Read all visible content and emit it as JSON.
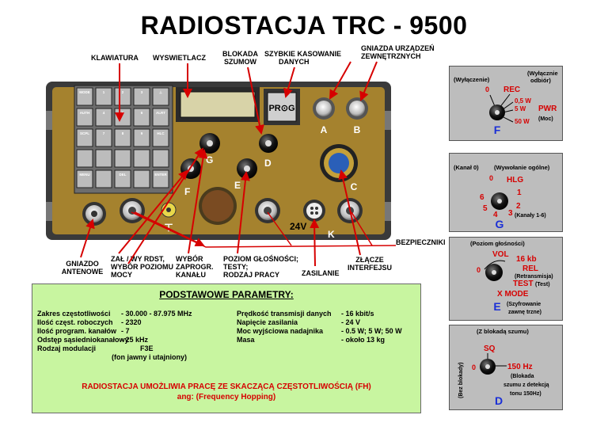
{
  "title": "RADIOSTACJA TRC - 9500",
  "callouts": {
    "klawiatura": "KLAWIATURA",
    "wyswietlacz": "WYSWIETLACZ",
    "blokada": [
      "BLOKADA",
      "SZUMOW"
    ],
    "kasowanie": [
      "SZYBKIE KASOWANIE",
      "DANYCH"
    ],
    "gniazda": [
      "GNIAZDA URZĄDZEŃ",
      "ZEWNĘTRZNYCH"
    ],
    "antenowe": [
      "GNIAZDO",
      "ANTENOWE"
    ],
    "zal": [
      "ZAŁ / WY RDST,",
      "WYBÓR POZIOMU",
      "MOCY"
    ],
    "wybor": [
      "WYBÓR",
      "ZAPROGR.",
      "KANAŁU"
    ],
    "poziom": [
      "POZIOM GŁOŚNOŚCI;",
      "TESTY;",
      "RODZAJ PRACY"
    ],
    "zasilanie": "ZASILANIE",
    "zlacze": [
      "ZŁĄCZE",
      "INTERFEJSU"
    ],
    "bezpieczniki": "BEZPIECZNIKI"
  },
  "device": {
    "keys": [
      [
        "MODE",
        "1",
        "2",
        "3",
        "⊥"
      ],
      [
        "AUTH",
        "4",
        "5",
        "6",
        "ALRT"
      ],
      [
        "SCPL",
        "7",
        "8",
        "9",
        "HLC"
      ],
      [
        "",
        "",
        "",
        "",
        ""
      ],
      [
        "MENU",
        "",
        "DEL",
        "",
        "ENTER"
      ]
    ],
    "prog": "PR⊙G",
    "socket_a": "A",
    "socket_b": "B",
    "socket_c": "C",
    "knob_d": "D",
    "knob_e": "E",
    "knob_f": "F",
    "knob_g": "G",
    "socket_k": "K",
    "volt": "24V",
    "ground": "⊤"
  },
  "panel_f": {
    "wylaczenie": "(Wyłączenie)",
    "wylacznie_odbior": [
      "(Wyłącznie",
      "odbiór)"
    ],
    "zero": "0",
    "rec": "REC",
    "p05": "0,5 W",
    "p5": "5 W",
    "p50": "50 W",
    "pwr": "PWR",
    "moc": "(Moc)",
    "letter": "F"
  },
  "panel_g": {
    "kanal0": "(Kanał 0)",
    "wywolanie": "(Wywołanie ogólne)",
    "zero": "0",
    "hlg": "HLG",
    "n1": "1",
    "n2": "2",
    "n3": "3",
    "n4": "4",
    "n5": "5",
    "n6": "6",
    "kanaly": "(Kanały 1-6)",
    "letter": "G"
  },
  "panel_e": {
    "poziom": "(Poziom głośności)",
    "vol": "VOL",
    "kb16": "16 kb",
    "zero": "0",
    "rel": "REL",
    "retrans": "(Retransmisja)",
    "test": "TEST",
    "test2": "(Test)",
    "xmode": "X MODE",
    "szyfr": [
      "(Szyfrowanie",
      "zawnę trzne)"
    ],
    "letter": "E"
  },
  "panel_d": {
    "zblokada": "(Z blokadą szumu)",
    "bez": "(Bez blokady)",
    "sq": "SQ",
    "zero": "0",
    "hz": "150 Hz",
    "blokada": [
      "(Blokada",
      "szumu z detekcją",
      "tonu 150Hz)"
    ],
    "letter": "D"
  },
  "params": {
    "heading": "PODSTAWOWE PARAMETRY:",
    "left": [
      {
        "label": "Zakres częstotliwości",
        "value": "- 30.000 - 87.975 MHz"
      },
      {
        "label": "Ilość częst. roboczych",
        "value": "- 2320"
      },
      {
        "label": "Ilość program. kanałów",
        "value": "- 7"
      },
      {
        "label": "Odstęp sąsiedniokanałowy",
        "value": "- 25 kHz"
      },
      {
        "label": "Rodzaj modulacji",
        "value": "F3E"
      }
    ],
    "modulation_note": "(fon jawny i utajniony)",
    "right": [
      {
        "label": "Prędkość transmisji danych",
        "value": "- 16 kbit/s"
      },
      {
        "label": "Napięcie zasilania",
        "value": "- 24 V"
      },
      {
        "label": "Moc wyjściowa nadajnika",
        "value": "- 0.5 W; 5 W; 50 W"
      },
      {
        "label": "Masa",
        "value": "- około 13 kg"
      }
    ],
    "footer1": "RADIOSTACJA UMOŻLIWIA PRACĘ ZE SKACZĄCĄ CZĘSTOTLIWOŚCIĄ (FH)",
    "footer2": "ang: (Frequency Hopping)"
  },
  "colors": {
    "device_body": "#a5822e",
    "panel_bg": "#bdbdbd",
    "params_bg": "#c8f5a0",
    "arrow": "#d60000",
    "letter_blue": "#1a2fd6",
    "label_red": "#d60000"
  }
}
